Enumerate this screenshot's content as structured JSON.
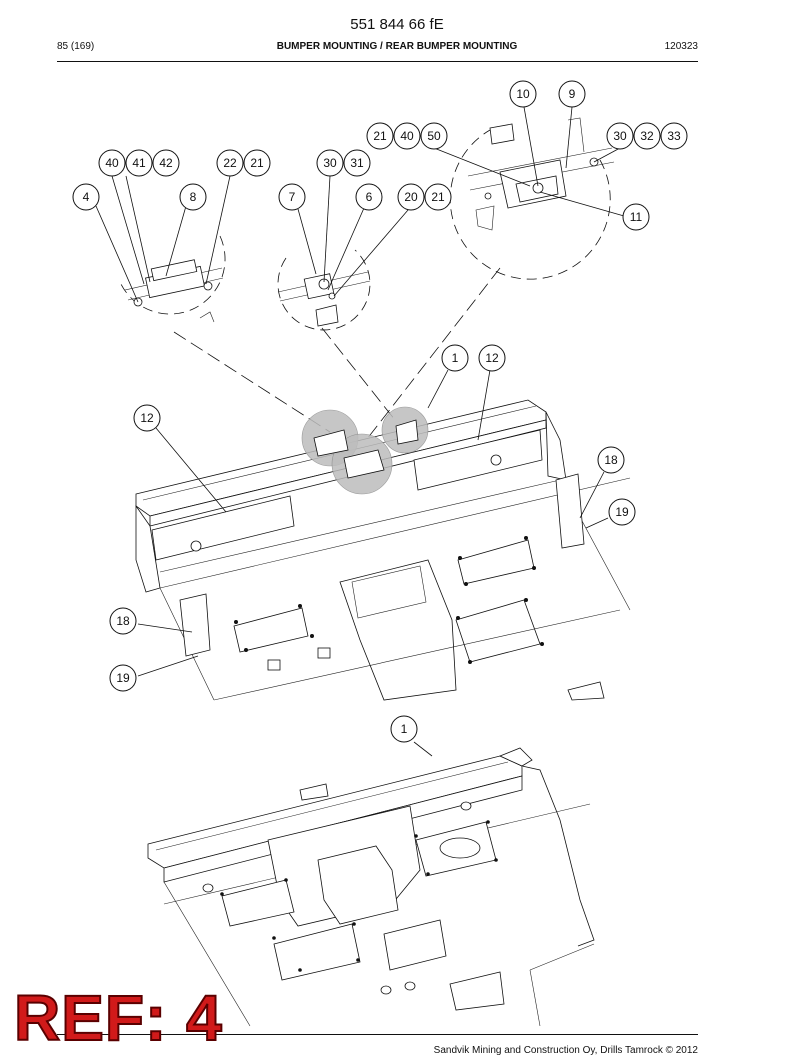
{
  "header": {
    "doc_number": "551 844 66 fE",
    "page_count": "85 (169)",
    "section_title": "BUMPER MOUNTING / REAR BUMPER MOUNTING",
    "date_code": "120323"
  },
  "footer": {
    "copyright": "Sandvik Mining and Construction Oy, Drills Tamrock © 2012",
    "stamp": "REF: 4"
  },
  "callouts": {
    "c10": "10",
    "c9": "9",
    "c21a": "21",
    "c40a": "40",
    "c50": "50",
    "c30a": "30",
    "c32": "32",
    "c33": "33",
    "c40b": "40",
    "c41": "41",
    "c42": "42",
    "c22": "22",
    "c21b": "21",
    "c30b": "30",
    "c31": "31",
    "c4": "4",
    "c8": "8",
    "c7": "7",
    "c6": "6",
    "c20": "20",
    "c21c": "21",
    "c11": "11",
    "c1a": "1",
    "c12a": "12",
    "c12b": "12",
    "c18a": "18",
    "c19a": "19",
    "c18b": "18",
    "c19b": "19",
    "c1b": "1"
  }
}
